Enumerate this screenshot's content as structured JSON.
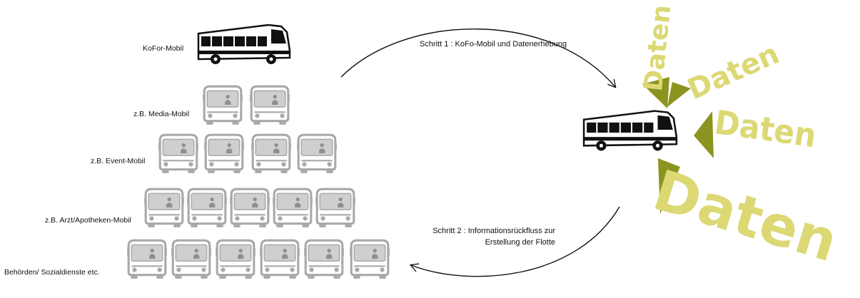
{
  "pyramid": {
    "kofor_label": "KoFor-Mobil",
    "rows": [
      {
        "label": "z.B. Media-Mobil",
        "count": 2
      },
      {
        "label": "z.B. Event-Mobil",
        "count": 4
      },
      {
        "label": "z.B. Arzt/Apotheken-Mobil",
        "count": 5
      },
      {
        "label": "Behörden/ Sozialdienste etc.",
        "count": 6
      }
    ]
  },
  "cycle": {
    "step1": "Schritt 1 : KoFo-Mobil und Datenerhebung",
    "step2_line1": "Schritt 2 : Informationsrückfluss zur",
    "step2_line2": "Erstellung der Flotte"
  },
  "data_words": [
    "Daten",
    "Daten",
    "Daten",
    "Daten"
  ],
  "colors": {
    "daten_text": "#dcd874",
    "triangle": "#8c9420",
    "bus_gray": "#a9a9a9",
    "bus_black": "#111111"
  }
}
